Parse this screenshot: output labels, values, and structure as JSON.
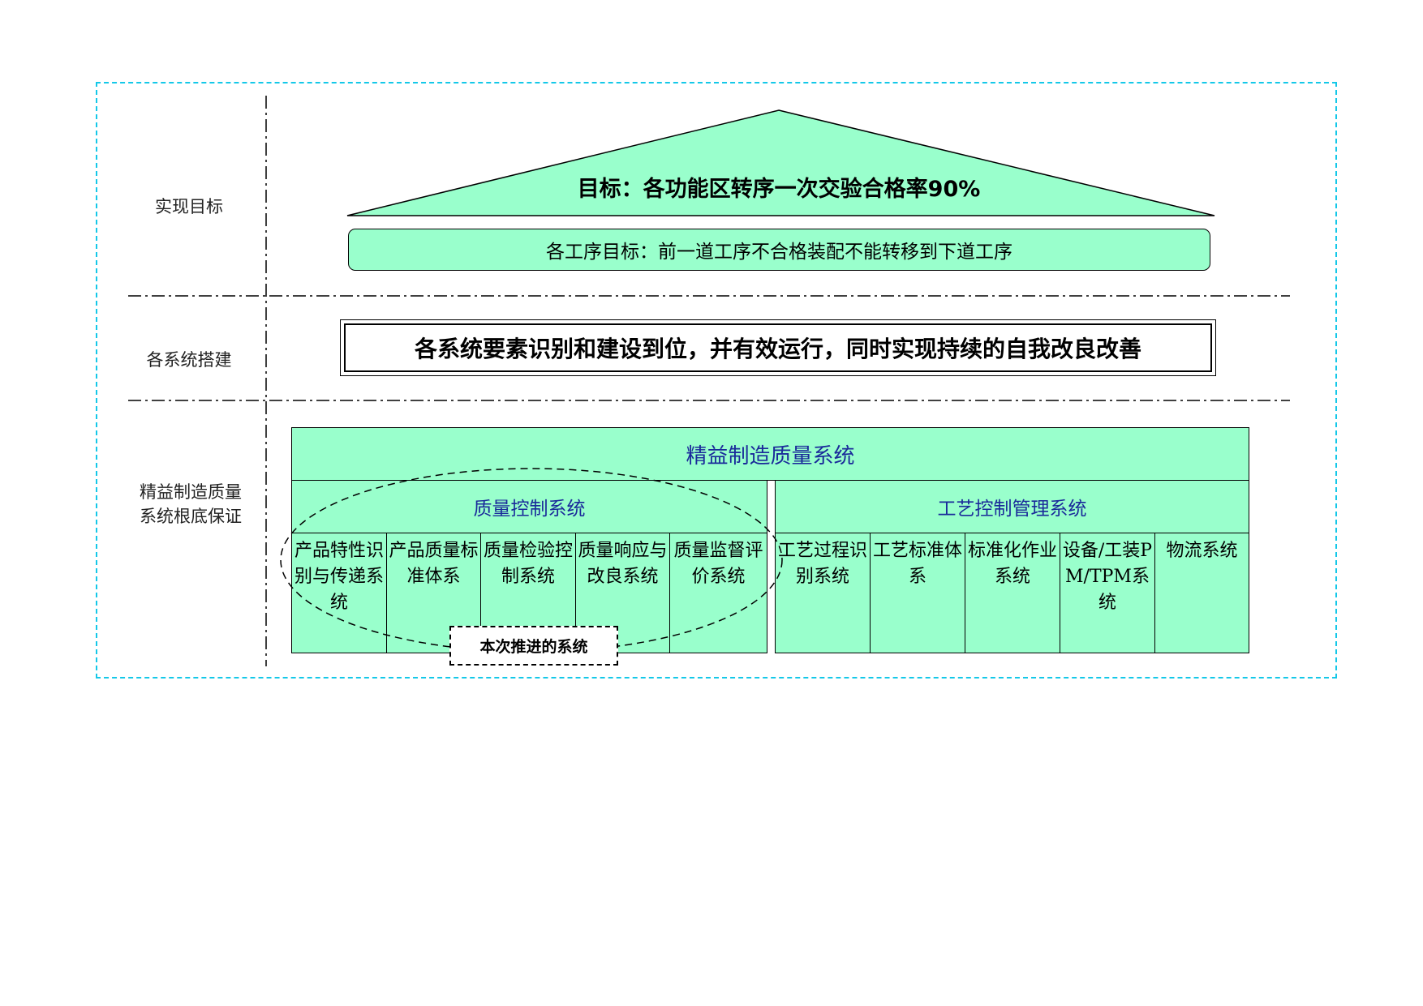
{
  "row_labels": {
    "goal": "实现目标",
    "build": "各系统搭建",
    "foundation_line1": "精益制造质量",
    "foundation_line2": "系统根底保证"
  },
  "roof_title": "目标：各功能区转序一次交验合格率90%",
  "sub_goal": "各工序目标：前一道工序不合格装配不能转移到下道工序",
  "build_statement": "各系统要素识别和建设到位，并有效运行，同时实现持续的自我改良改善",
  "main_system": "精益制造质量系统",
  "groups": [
    {
      "title": "质量控制系统",
      "items": [
        "产品特性识别与传递系统",
        "产品质量标准体系",
        "质量检验控制系统",
        "质量响应与改良系统",
        "质量监督评价系统"
      ]
    },
    {
      "title": "工艺控制管理系统",
      "items": [
        "工艺过程识别系统",
        "工艺标准体系",
        "标准化作业系统",
        "设备/工装PM/TPM系统",
        "物流系统"
      ]
    }
  ],
  "callout": "本次推进的系统",
  "colors": {
    "fill": "#99ffcc",
    "frame": "#14c8e8",
    "title_text": "#1a2a9a"
  }
}
